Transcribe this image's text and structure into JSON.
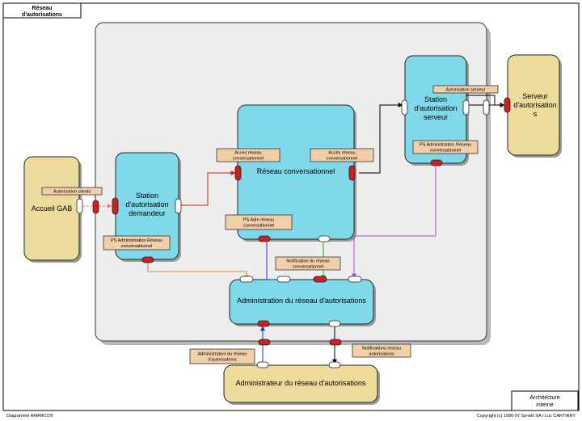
{
  "frame": {
    "title_lines": [
      "Réseau",
      "d'autorisations"
    ],
    "corner_lines": [
      "Architecture",
      "interne"
    ],
    "footer_left": "Diagramme AMARCO®",
    "footer_right": "Copyright (c)   1996-97 Synelli SA / Luc CARTIARY"
  },
  "nodes": {
    "accueil": {
      "label": [
        "Accueil GAB"
      ]
    },
    "station_dem": {
      "label": [
        "Station",
        "d'autorisation",
        "demandeur"
      ]
    },
    "reseau_conv": {
      "label": [
        "Réseau conversationnel"
      ]
    },
    "station_srv": {
      "label": [
        "Station",
        "d'autorisation",
        "serveur"
      ]
    },
    "serveur": {
      "label": [
        "Serveur",
        "d'autorisation",
        "s"
      ]
    },
    "admin_reseau": {
      "label": [
        "Administration du réseau d'autorisations"
      ]
    },
    "administrateur": {
      "label": [
        "Administrateur du réseau d'autorisations"
      ]
    }
  },
  "messages": {
    "autorisation_clients": [
      "Autorisation clients"
    ],
    "ps_admin_dem": [
      "PS Administration  Réseau",
      "conversationnel"
    ],
    "acces_left": [
      "Accès réseau",
      "conversationnel"
    ],
    "acces_right": [
      "Accès réseau",
      "conversationnel"
    ],
    "ps_adm_conv": [
      "PS Adm réseau",
      "conversationnel"
    ],
    "autorisation_serveur": [
      "Autorisation serveur"
    ],
    "ps_admin_srv": [
      "PS Administration  Réseau",
      "conversationnel"
    ],
    "notification_reseau": [
      "Notification du réseau",
      "conversationnel"
    ],
    "administration_reseau": [
      "Administration du réseau",
      "d'autorisations"
    ],
    "notifications_reseau": [
      "Notifications réseau",
      "autorisations"
    ]
  },
  "colors": {
    "actor": "#EDDB9C",
    "system": "#7FD9EA",
    "label_box": "#F2CFA8",
    "container": "#EDEDED",
    "port": "#CC1F1F",
    "link_red": "#CC2222",
    "link_orange": "#D9803A",
    "link_purple": "#C040D8",
    "link_blue": "#2233CC",
    "link_green": "#22AA22",
    "link_pink": "#F08080"
  }
}
